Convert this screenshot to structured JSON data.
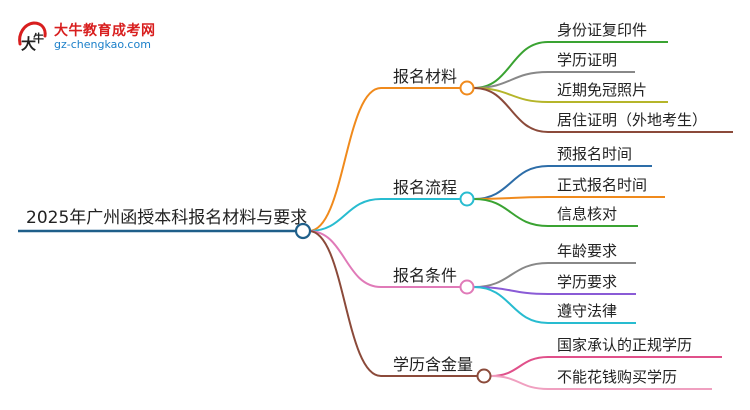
{
  "brand": {
    "title": "大牛教育成考网",
    "url": "gz-chengkao.com"
  },
  "root": {
    "label": "2025年广州函授本科报名材料与要求",
    "color": "#1f5f8a"
  },
  "branches": [
    {
      "label": "报名材料",
      "color": "#f08a1c",
      "children": [
        {
          "label": "身份证复印件",
          "color": "#3aa332"
        },
        {
          "label": "学历证明",
          "color": "#888888"
        },
        {
          "label": "近期免冠照片",
          "color": "#b5b52a"
        },
        {
          "label": "居住证明（外地考生）",
          "color": "#8b4a3a"
        }
      ]
    },
    {
      "label": "报名流程",
      "color": "#28bcd0",
      "children": [
        {
          "label": "预报名时间",
          "color": "#2d6da8"
        },
        {
          "label": "正式报名时间",
          "color": "#f08a1c"
        },
        {
          "label": "信息核对",
          "color": "#3aa332"
        }
      ]
    },
    {
      "label": "报名条件",
      "color": "#e07ab8",
      "children": [
        {
          "label": "年龄要求",
          "color": "#888888"
        },
        {
          "label": "学历要求",
          "color": "#8a5bd6"
        },
        {
          "label": "遵守法律",
          "color": "#28bcd0"
        }
      ]
    },
    {
      "label": "学历含金量",
      "color": "#8b4a3a",
      "children": [
        {
          "label": "国家承认的正规学历",
          "color": "#e0508a"
        },
        {
          "label": "不能花钱购买学历",
          "color": "#f0a0c0"
        }
      ]
    }
  ]
}
